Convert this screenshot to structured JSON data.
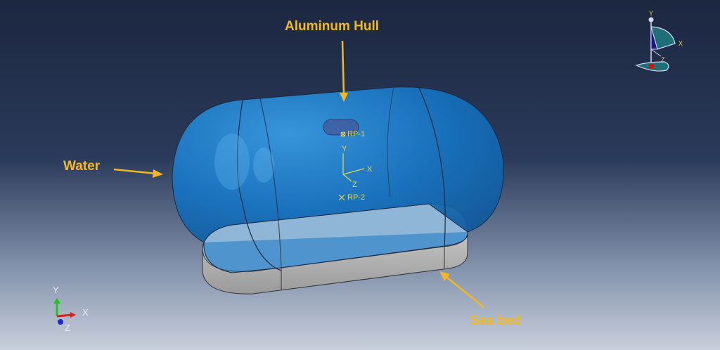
{
  "annotations": {
    "hull": "Aluminum Hull",
    "water": "Water",
    "seabed": "Sea bed"
  },
  "reference_points": [
    "RP-1",
    "RP-2"
  ],
  "local_csys": {
    "x": "X",
    "y": "Y",
    "z": "Z"
  },
  "global_triad": {
    "x": "X",
    "y": "Y",
    "z": "Z"
  },
  "view_widget": {
    "x": "X",
    "y": "Y",
    "z": "Z"
  },
  "colors": {
    "annotation": "#f2b824",
    "hull": "#1a7fd0",
    "seabed": "#b8b8b8"
  }
}
